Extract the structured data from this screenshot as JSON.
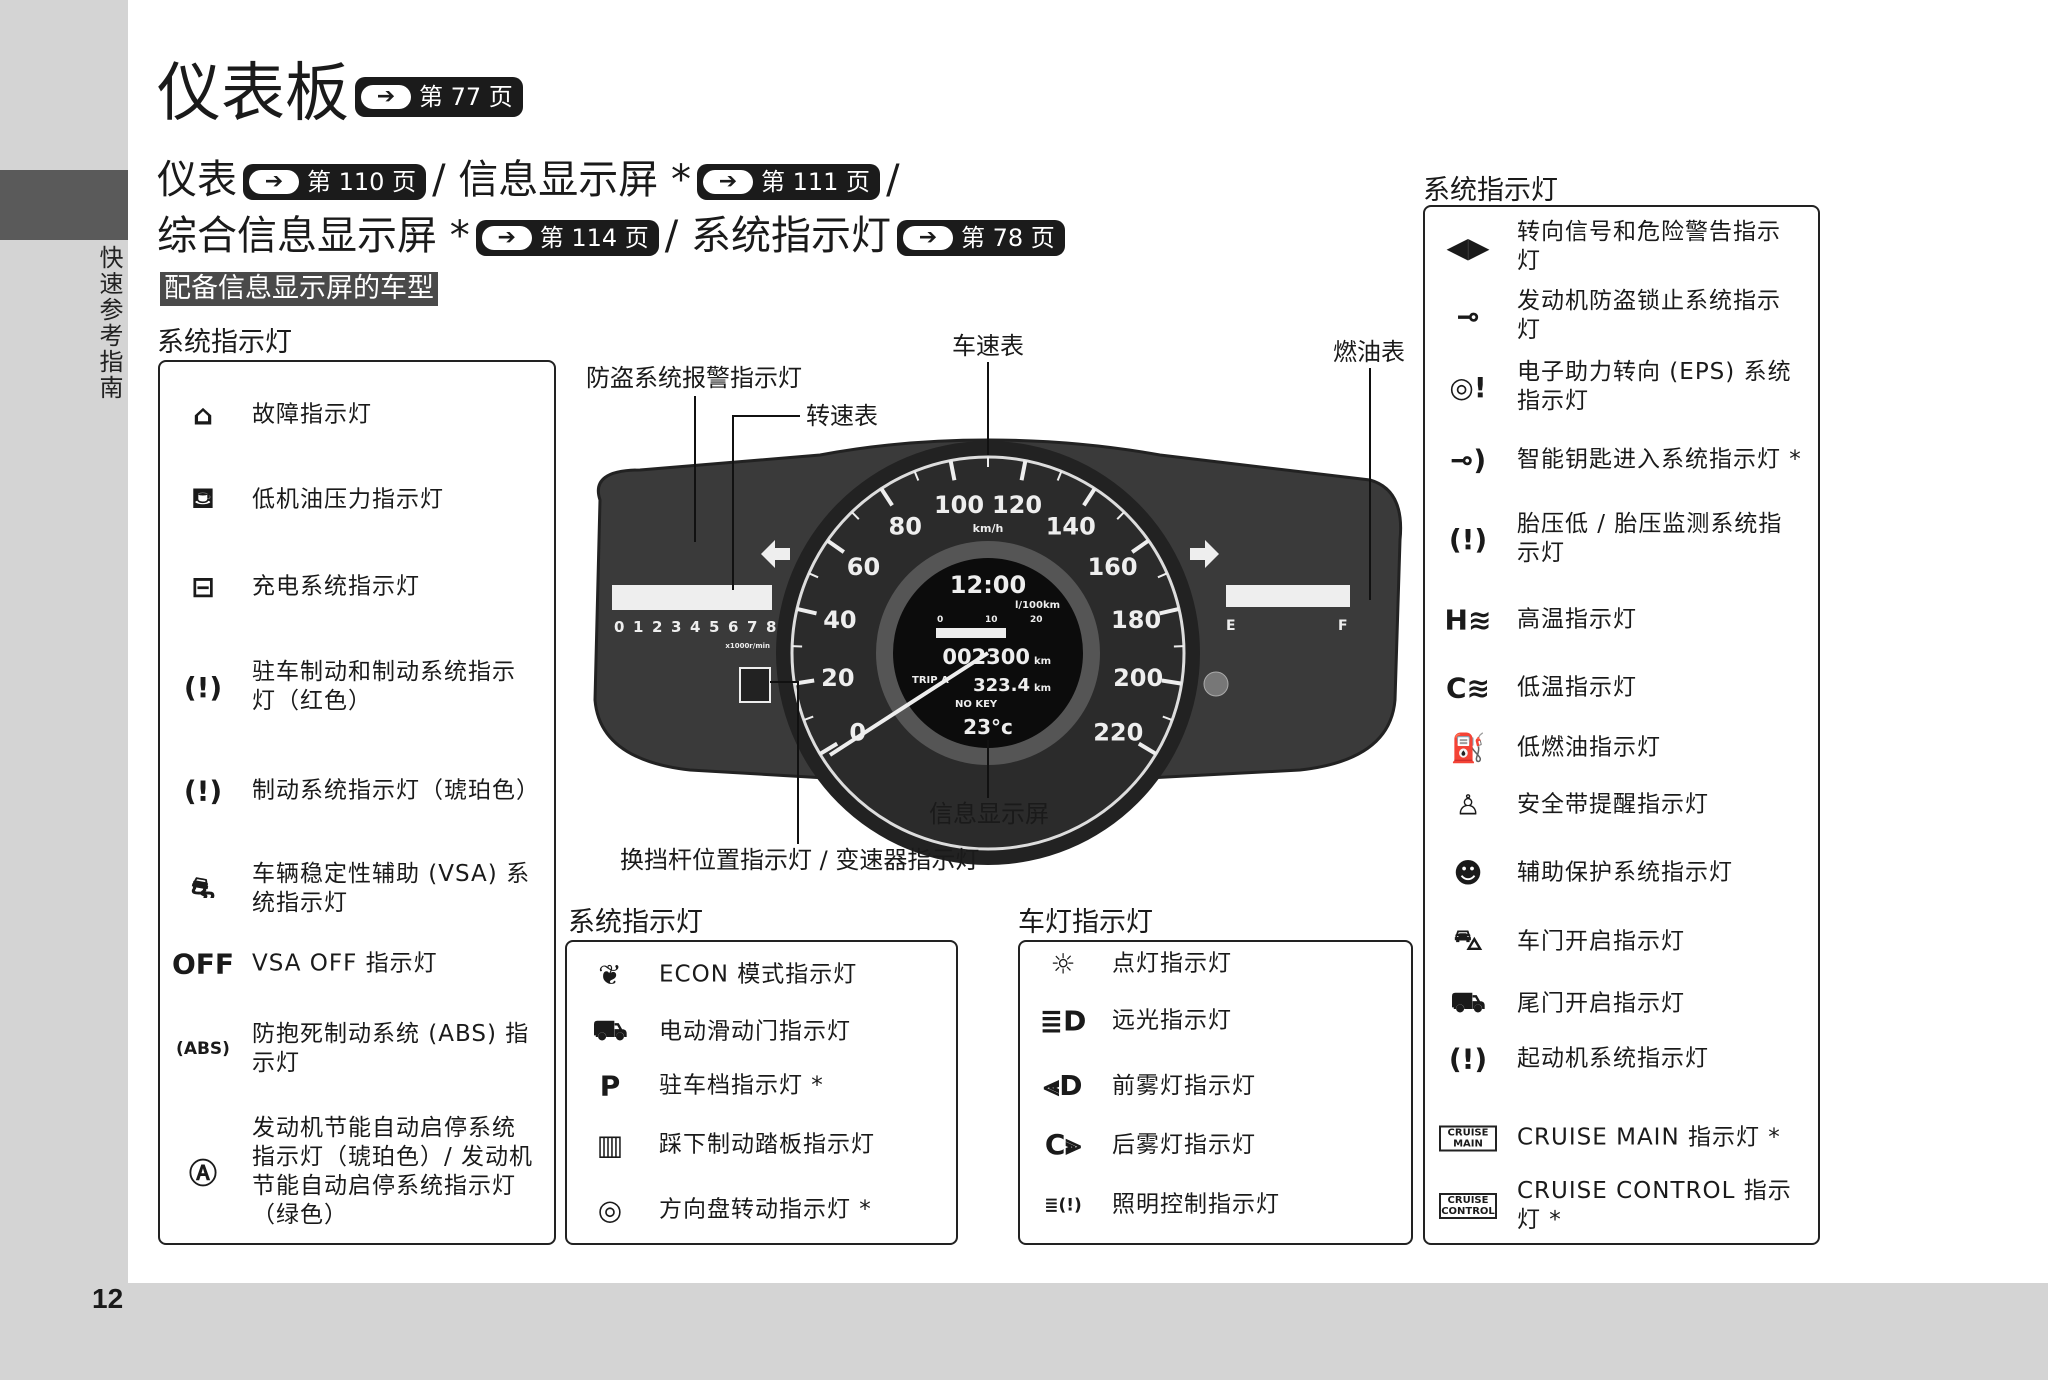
{
  "side_tab": "快速参考指南",
  "page_number": "12",
  "title": {
    "text": "仪表板",
    "ref": "第 77 页"
  },
  "subtitle": {
    "line1": [
      {
        "text": "仪表",
        "ref": "第 110 页"
      },
      {
        "text": "/ 信息显示屏 *",
        "ref": "第 111 页"
      },
      {
        "text": "/",
        "ref": ""
      }
    ],
    "line2": [
      {
        "text": "综合信息显示屏 *",
        "ref": "第 114 页"
      },
      {
        "text": "/ 系统指示灯",
        "ref": "第 78 页"
      }
    ]
  },
  "variant_label": "配备信息显示屏的车型",
  "left_panel": {
    "heading": "系统指示灯",
    "items": [
      {
        "icon": "check-engine-icon",
        "glyph": "⌂",
        "label": "故障指示灯"
      },
      {
        "icon": "oil-pressure-icon",
        "glyph": "⛾",
        "label": "低机油压力指示灯"
      },
      {
        "icon": "battery-icon",
        "glyph": "⊟",
        "label": "充电系统指示灯"
      },
      {
        "icon": "brake-red-icon",
        "glyph": "(!)",
        "label": "驻车制动和制动系统指示灯（红色）"
      },
      {
        "icon": "brake-amber-icon",
        "glyph": "(!)",
        "label": "制动系统指示灯（琥珀色）"
      },
      {
        "icon": "vsa-icon",
        "glyph": "⛐",
        "label": "车辆稳定性辅助 (VSA) 系统指示灯"
      },
      {
        "icon": "vsa-off-icon",
        "glyph": "OFF",
        "label": "VSA OFF 指示灯"
      },
      {
        "icon": "abs-icon",
        "glyph": "(ABS)",
        "label": "防抱死制动系统 (ABS) 指示灯"
      },
      {
        "icon": "auto-idle-stop-icon",
        "glyph": "Ⓐ",
        "label": "发动机节能自动启停系统指示灯（琥珀色）/ 发动机节能自动启停系统指示灯（绿色）"
      }
    ]
  },
  "middle_system": {
    "heading": "系统指示灯",
    "items": [
      {
        "icon": "econ-icon",
        "glyph": "❦",
        "label": "ECON 模式指示灯"
      },
      {
        "icon": "power-sliding-door-icon",
        "glyph": "⛟",
        "label": "电动滑动门指示灯"
      },
      {
        "icon": "park-icon",
        "glyph": "P",
        "label": "驻车档指示灯 *"
      },
      {
        "icon": "brake-pedal-icon",
        "glyph": "▥",
        "label": "踩下制动踏板指示灯"
      },
      {
        "icon": "steering-wheel-icon",
        "glyph": "◎",
        "label": "方向盘转动指示灯 *"
      }
    ]
  },
  "lights": {
    "heading": "车灯指示灯",
    "items": [
      {
        "icon": "lights-on-icon",
        "glyph": "☼",
        "label": "点灯指示灯"
      },
      {
        "icon": "high-beam-icon",
        "glyph": "≣D",
        "label": "远光指示灯"
      },
      {
        "icon": "front-fog-icon",
        "glyph": "⫷D",
        "label": "前雾灯指示灯"
      },
      {
        "icon": "rear-fog-icon",
        "glyph": "C⫸",
        "label": "后雾灯指示灯"
      },
      {
        "icon": "lighting-control-icon",
        "glyph": "≣(!)",
        "label": "照明控制指示灯"
      }
    ]
  },
  "right_panel": {
    "heading": "系统指示灯",
    "items": [
      {
        "icon": "turn-signal-icon",
        "glyph": "◀▶",
        "label": "转向信号和危险警告指示灯"
      },
      {
        "icon": "immobilizer-icon",
        "glyph": "⊸",
        "label": "发动机防盗锁止系统指示灯"
      },
      {
        "icon": "eps-icon",
        "glyph": "◎!",
        "label": "电子助力转向 (EPS) 系统指示灯"
      },
      {
        "icon": "smart-key-icon",
        "glyph": "⊸)",
        "label": "智能钥匙进入系统指示灯 *"
      },
      {
        "icon": "tpms-icon",
        "glyph": "(!)",
        "label": "胎压低 / 胎压监测系统指示灯"
      },
      {
        "icon": "high-temp-icon",
        "glyph": "H≋",
        "label": "高温指示灯"
      },
      {
        "icon": "low-temp-icon",
        "glyph": "C≋",
        "label": "低温指示灯"
      },
      {
        "icon": "low-fuel-icon",
        "glyph": "⛽",
        "label": "低燃油指示灯"
      },
      {
        "icon": "seatbelt-icon",
        "glyph": "♙",
        "label": "安全带提醒指示灯"
      },
      {
        "icon": "srs-icon",
        "glyph": "☻",
        "label": "辅助保护系统指示灯"
      },
      {
        "icon": "door-open-icon",
        "glyph": "⛍",
        "label": "车门开启指示灯"
      },
      {
        "icon": "tailgate-open-icon",
        "glyph": "⛟",
        "label": "尾门开启指示灯"
      },
      {
        "icon": "starter-system-icon",
        "glyph": "(!)",
        "label": "起动机系统指示灯"
      },
      {
        "icon": "cruise-main-icon",
        "glyph": "CRUISE MAIN",
        "label": "CRUISE MAIN 指示灯 *"
      },
      {
        "icon": "cruise-control-icon",
        "glyph": "CRUISE CONTROL",
        "label": "CRUISE CONTROL 指示灯 *"
      }
    ]
  },
  "dashboard": {
    "callouts": {
      "speedometer": "车速表",
      "fuel_gauge": "燃油表",
      "security_alarm": "防盗系统报警指示灯",
      "tachometer": "转速表",
      "info_display": "信息显示屏",
      "shift_indicator": "换挡杆位置指示灯 / 变速器指示灯"
    },
    "speed_labels": [
      "0",
      "20",
      "40",
      "60",
      "80",
      "100",
      "120",
      "140",
      "160",
      "180",
      "200",
      "220"
    ],
    "speed_unit": "km/h",
    "tach_labels": [
      "0",
      "1",
      "2",
      "3",
      "4",
      "5",
      "6",
      "7",
      "8"
    ],
    "tach_unit": "x1000r/min",
    "fuel_labels": {
      "empty": "E",
      "full": "F"
    },
    "lcd": {
      "clock": "12:00",
      "fuel_unit": "l/100km",
      "scale": [
        "0",
        "10",
        "20"
      ],
      "odometer": "002300",
      "odo_unit": "km",
      "trip_label": "TRIP A",
      "trip": "323.4",
      "trip_unit": "km",
      "key_msg": "NO KEY",
      "temp": "23°c"
    }
  }
}
